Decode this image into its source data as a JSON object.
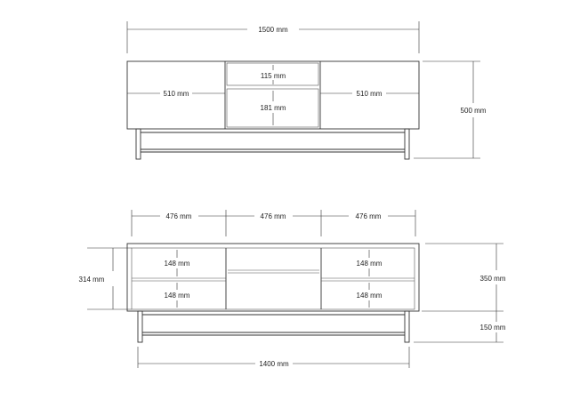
{
  "front_view": {
    "overall_width": "1500 mm",
    "overall_height": "500 mm",
    "left_door_width": "510 mm",
    "right_door_width": "510 mm",
    "drawer_top_height": "115 mm",
    "drawer_bottom_height": "181 mm"
  },
  "open_view": {
    "left_section_width": "476 mm",
    "middle_section_width": "476 mm",
    "right_section_width": "476 mm",
    "inner_height": "314 mm",
    "left_upper_shelf": "148 mm",
    "left_lower_shelf": "148 mm",
    "right_upper_shelf": "148 mm",
    "right_lower_shelf": "148 mm",
    "body_height": "350 mm",
    "leg_height": "150 mm",
    "leg_span": "1400 mm"
  }
}
